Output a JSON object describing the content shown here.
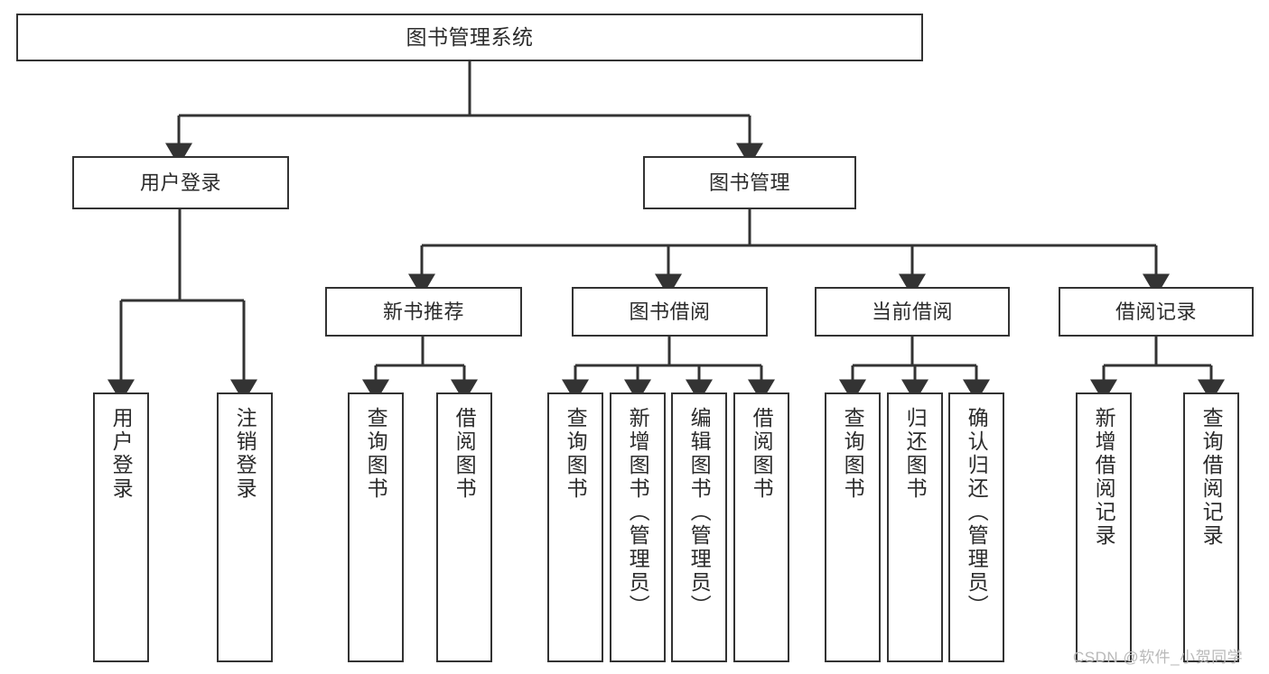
{
  "diagram": {
    "type": "hierarchy-tree",
    "title": "图书管理系统",
    "levels": 4,
    "root": {
      "id": "root",
      "label": "图书管理系统"
    },
    "level2": [
      {
        "id": "user-login",
        "label": "用户登录"
      },
      {
        "id": "book-manage",
        "label": "图书管理"
      }
    ],
    "level3": [
      {
        "id": "new-book-rec",
        "label": "新书推荐"
      },
      {
        "id": "book-borrow",
        "label": "图书借阅"
      },
      {
        "id": "current-borrow",
        "label": "当前借阅"
      },
      {
        "id": "borrow-record",
        "label": "借阅记录"
      }
    ],
    "leaves": {
      "user_login": [
        {
          "id": "leaf-user-login",
          "label": "用户登录"
        },
        {
          "id": "leaf-logout",
          "label": "注销登录"
        }
      ],
      "new_book_rec": [
        {
          "id": "leaf-query-book-1",
          "label": "查询图书"
        },
        {
          "id": "leaf-borrow-book-1",
          "label": "借阅图书"
        }
      ],
      "book_borrow": [
        {
          "id": "leaf-query-book-2",
          "label": "查询图书"
        },
        {
          "id": "leaf-add-book",
          "label": "新增图书（管理员）"
        },
        {
          "id": "leaf-edit-book",
          "label": "编辑图书（管理员）"
        },
        {
          "id": "leaf-borrow-book-2",
          "label": "借阅图书"
        }
      ],
      "current_borrow": [
        {
          "id": "leaf-query-book-3",
          "label": "查询图书"
        },
        {
          "id": "leaf-return-book",
          "label": "归还图书"
        },
        {
          "id": "leaf-confirm-return",
          "label": "确认归还（管理员）"
        }
      ],
      "borrow_record": [
        {
          "id": "leaf-add-record",
          "label": "新增借阅记录"
        },
        {
          "id": "leaf-query-record",
          "label": "查询借阅记录"
        }
      ]
    }
  },
  "watermark": {
    "text": "CSDN @软件_小贺同学"
  },
  "colors": {
    "stroke": "#333333",
    "text": "#2b2b2b",
    "background": "#ffffff",
    "watermark": "#b9b9b9"
  }
}
